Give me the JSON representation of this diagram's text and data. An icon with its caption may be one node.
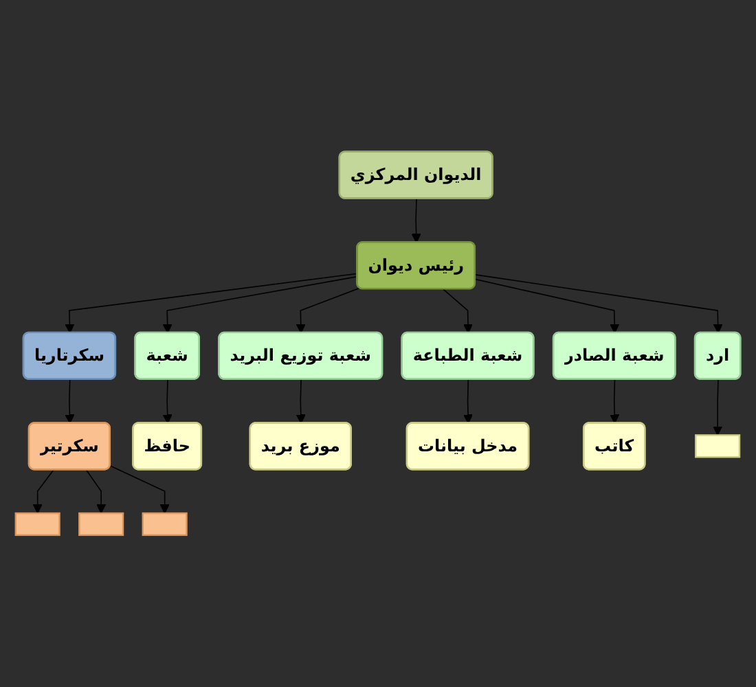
{
  "diagram": {
    "nodes": [
      {
        "text": [
          "الديوان المركزي"
        ]
      },
      {
        "text": [
          "رئيس ديوان"
        ]
      },
      {
        "text": [
          "سكرتاريا"
        ]
      },
      {
        "text": [
          "سكرتير"
        ]
      },
      {
        "text": [],
        "shape": "box"
      },
      {
        "text": [],
        "shape": "box"
      },
      {
        "text": [],
        "shape": "box"
      },
      {
        "text": [
          "شعبة"
        ]
      },
      {
        "text": [
          "شعبة توزيع البريد"
        ]
      },
      {
        "text": [
          "شعبة الطباعة"
        ]
      },
      {
        "text": [
          "شعبة الصادر"
        ]
      },
      {
        "text": [
          "ارد"
        ]
      },
      {
        "text": [
          "حافظ"
        ]
      },
      {
        "text": [
          "موزع بريد"
        ]
      },
      {
        "text": [
          "مدخل بيانات"
        ]
      },
      {
        "text": [
          "كاتب"
        ]
      },
      {
        "text": [],
        "shape": "box"
      }
    ],
    "edges": [
      {
        "from": 0,
        "to": 1,
        "arrow": "to"
      },
      {
        "from": 1,
        "to": 2,
        "arrow": "to"
      },
      {
        "from": 2,
        "to": 3,
        "arrow": "to"
      },
      {
        "from": 3,
        "to": 4,
        "arrow": "to"
      },
      {
        "from": 3,
        "to": 5,
        "arrow": "to"
      },
      {
        "from": 3,
        "to": 6,
        "arrow": "to"
      },
      {
        "from": 1,
        "to": 7,
        "arrow": "to"
      },
      {
        "from": 1,
        "to": 8,
        "arrow": "to"
      },
      {
        "from": 1,
        "to": 9,
        "arrow": "to"
      },
      {
        "from": 1,
        "to": 10,
        "arrow": "to"
      },
      {
        "from": 1,
        "to": 11,
        "arrow": "to"
      },
      {
        "from": 7,
        "to": 12,
        "arrow": "to"
      },
      {
        "from": 8,
        "to": 13,
        "arrow": "to"
      },
      {
        "from": 9,
        "to": 14,
        "arrow": "to"
      },
      {
        "from": 10,
        "to": 15,
        "arrow": "to"
      },
      {
        "from": 11,
        "to": 16,
        "arrow": "to"
      }
    ]
  }
}
